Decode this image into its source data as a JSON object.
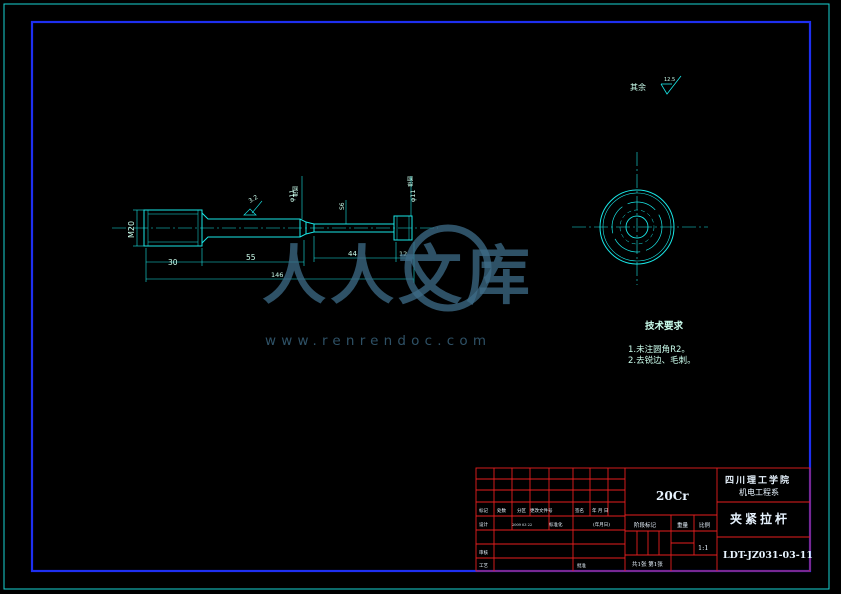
{
  "dimensions": {
    "d_m20": "M20",
    "d_30": "30",
    "d_55": "55",
    "d_146": "146",
    "d_44": "44",
    "d_12": "12",
    "d_phi11_a": "φ11",
    "d_phi11_b": "φ11",
    "d_s6": "S6",
    "d_32": "3.2",
    "d_phi11_a_note": "圆锥",
    "d_phi11_b_note": "圆锥"
  },
  "surface_note": {
    "label": "其余",
    "value": "12.5"
  },
  "tech_requirements": {
    "title": "技术要求",
    "items": [
      "1.未注圆角R2。",
      "2.去锐边、毛刺。"
    ]
  },
  "title_block": {
    "material": "20Cr",
    "school_line1": "四川理工学院",
    "school_line2": "机电工程系",
    "part_name": "夹紧拉杆",
    "drawing_no": "LDT-JZ031-03-11",
    "scale": "1:1",
    "weight_label": "重量",
    "scale_label": "比例",
    "stage_label": "阶段标记",
    "sheet_info": "共1张  第1张",
    "r_mark": "标记",
    "r_count": "处数",
    "r_zone": "分区",
    "r_change": "更改文件号",
    "r_sign": "签名",
    "r_date": "年 月 日",
    "designer_label": "设计",
    "designer_name": "标准化",
    "review_label": "审核",
    "process_label": "工艺",
    "approve_label": "批准",
    "date_blank": "(年月日)",
    "mini_text": "2009 03 22"
  },
  "watermark": {
    "logo_text": "人人文库",
    "url": "www.renrendoc.com"
  },
  "colors": {
    "frame_outer": "#19d4d4",
    "frame_inner": "#1e2ff0",
    "drawing": "#19e6e6",
    "dimension": "#19e6e6",
    "title_block": "#e61e1e",
    "text": "#ffffff"
  }
}
